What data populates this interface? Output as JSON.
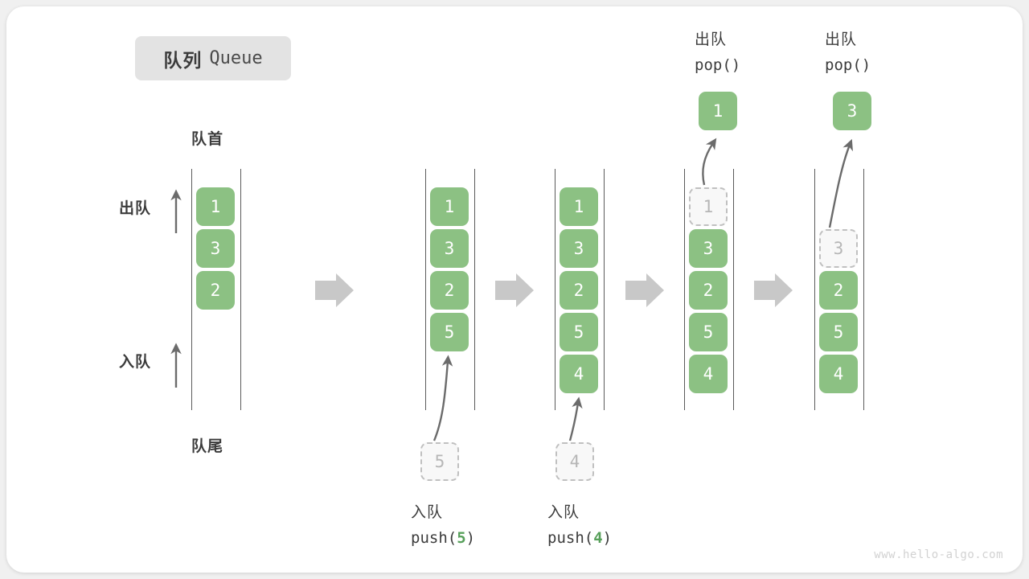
{
  "title": {
    "cn": "队列",
    "en": "Queue"
  },
  "endpoints": {
    "head": "队首",
    "tail": "队尾"
  },
  "side_actions": {
    "dequeue": "出队",
    "enqueue": "入队"
  },
  "watermark": "www.hello-algo.com",
  "colors": {
    "cell_fill": "#8cc183",
    "cell_text": "#ffffff",
    "ghost_fill": "#f8f8f8",
    "ghost_border": "#c0c0c0",
    "ghost_text": "#b6b6b6",
    "rail": "#5b5b5b",
    "arrow_gray": "#c8c8c8",
    "arrow_dark": "#6b6b6b",
    "badge_bg": "#e3e3e3",
    "text": "#3c3c3c",
    "accent_number": "#57a05a",
    "canvas_bg": "#f0f0f0",
    "card_bg": "#ffffff"
  },
  "columns": [
    {
      "id": "col1",
      "cells": [
        "1",
        "3",
        "2"
      ]
    },
    {
      "id": "col2",
      "cells": [
        "1",
        "3",
        "2",
        "5"
      ]
    },
    {
      "id": "col3",
      "cells": [
        "1",
        "3",
        "2",
        "5",
        "4"
      ]
    },
    {
      "id": "col4",
      "ghost_top": "1",
      "cells": [
        "3",
        "2",
        "5",
        "4"
      ]
    },
    {
      "id": "col5",
      "ghost_second": "3",
      "cells": [
        "2",
        "5",
        "4"
      ]
    }
  ],
  "operations": {
    "push5": {
      "cn": "入队",
      "code_pre": "push(",
      "code_num": "5",
      "code_post": ")",
      "ghost_value": "5"
    },
    "push4": {
      "cn": "入队",
      "code_pre": "push(",
      "code_num": "4",
      "code_post": ")",
      "ghost_value": "4"
    },
    "pop1": {
      "cn": "出队",
      "code": "pop()",
      "popped_value": "1"
    },
    "pop2": {
      "cn": "出队",
      "code": "pop()",
      "popped_value": "3"
    }
  }
}
